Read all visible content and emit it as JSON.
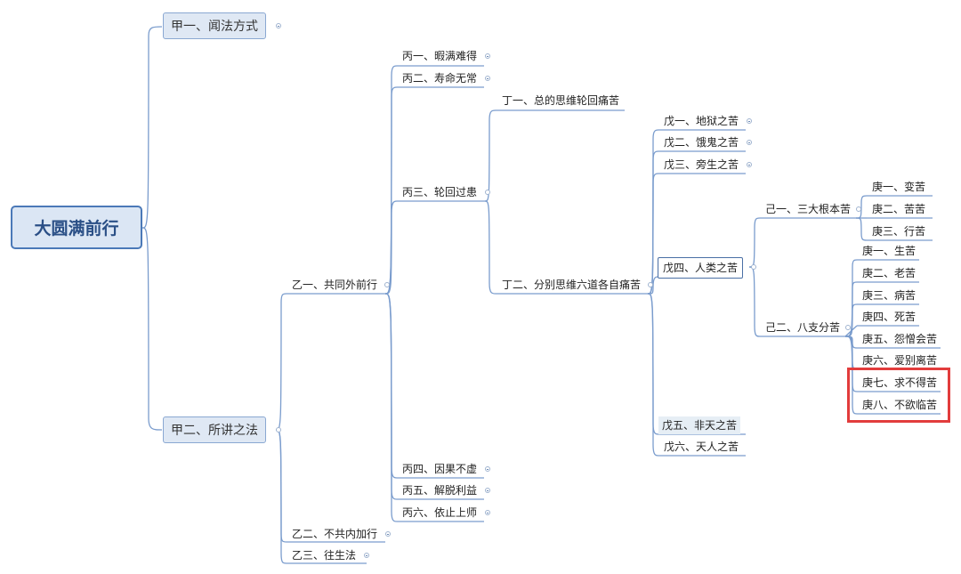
{
  "root": "大圆满前行",
  "jia1": "甲一、闻法方式",
  "jia2": "甲二、所讲之法",
  "yi1": "乙一、共同外前行",
  "yi2": "乙二、不共内加行",
  "yi3": "乙三、往生法",
  "bing1": "丙一、暇满难得",
  "bing2": "丙二、寿命无常",
  "bing3": "丙三、轮回过患",
  "bing4": "丙四、因果不虚",
  "bing5": "丙五、解脱利益",
  "bing6": "丙六、依止上师",
  "ding1": "丁一、总的思维轮回痛苦",
  "ding2": "丁二、分别思维六道各自痛苦",
  "wu1": "戊一、地狱之苦",
  "wu2": "戊二、饿鬼之苦",
  "wu3": "戊三、旁生之苦",
  "wu4": "戊四、人类之苦",
  "wu5": "戊五、非天之苦",
  "wu6": "戊六、天人之苦",
  "ji1": "己一、三大根本苦",
  "ji2": "己二、八支分苦",
  "ji1_children": [
    "庚一、变苦",
    "庚二、苦苦",
    "庚三、行苦"
  ],
  "ji2_children": [
    "庚一、生苦",
    "庚二、老苦",
    "庚三、病苦",
    "庚四、死苦",
    "庚五、怨憎会苦",
    "庚六、爱别离苦",
    "庚七、求不得苦",
    "庚八、不欲临苦"
  ],
  "colors": {
    "line": "#7a9ccd",
    "highlight_box": "#e23c3c",
    "root_border": "#4b79b8"
  }
}
